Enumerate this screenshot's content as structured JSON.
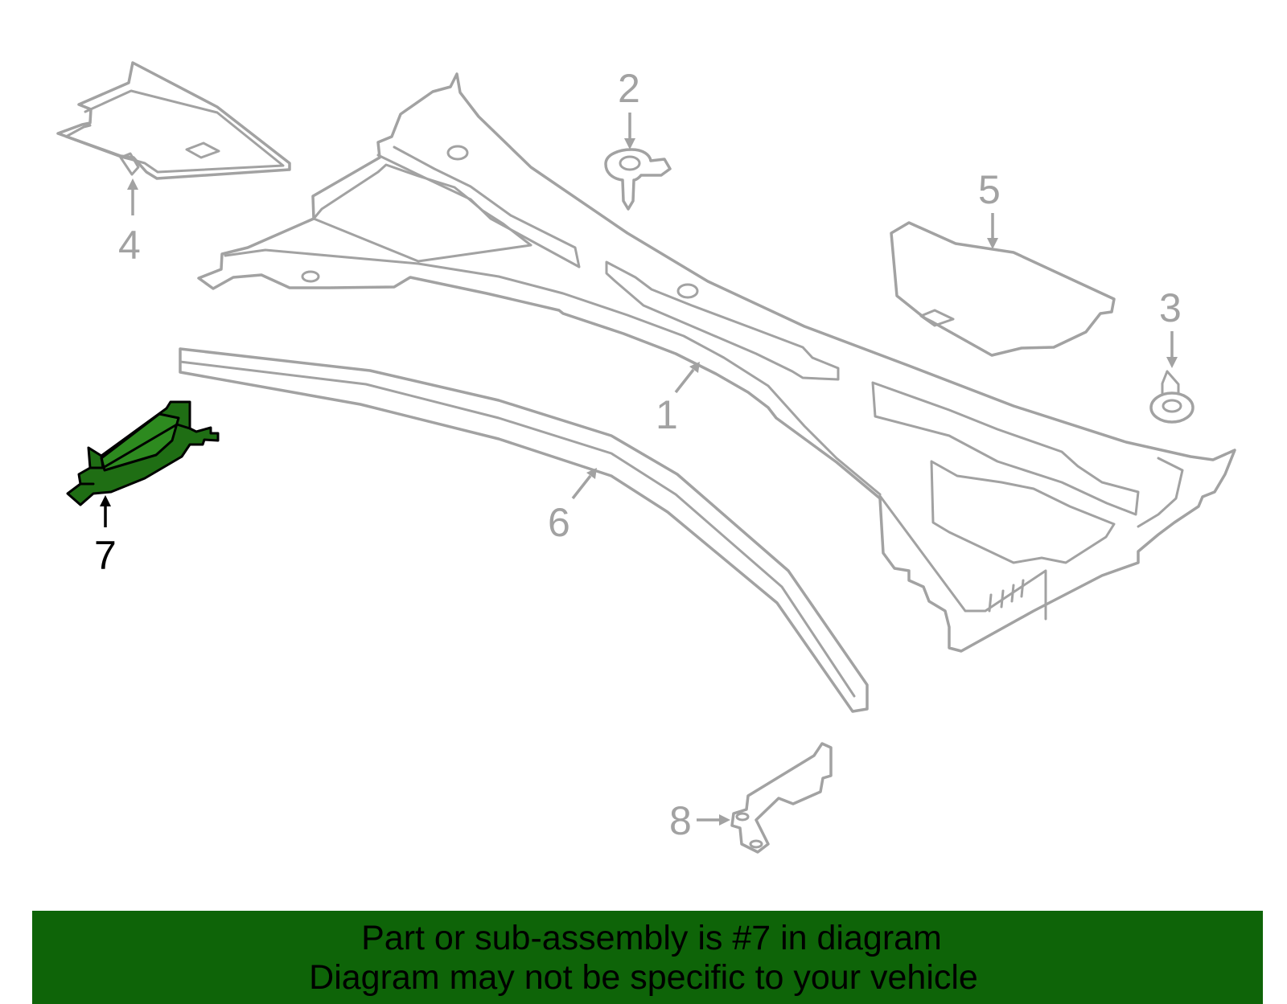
{
  "diagram": {
    "callouts": [
      "1",
      "2",
      "3",
      "4",
      "5",
      "6",
      "7",
      "8"
    ],
    "highlighted_part": "7",
    "colors": {
      "highlight_fill": "#1f6e14",
      "highlight_fill_light": "#2d8a1f",
      "part_stroke": "#a2a2a2",
      "label_color": "#a2a2a2",
      "highlight_label_color": "#000000"
    }
  },
  "banner": {
    "line1": "Part or sub-assembly is #7 in diagram",
    "line2": "Diagram may not be specific to your vehicle",
    "background": "#0e6408"
  }
}
